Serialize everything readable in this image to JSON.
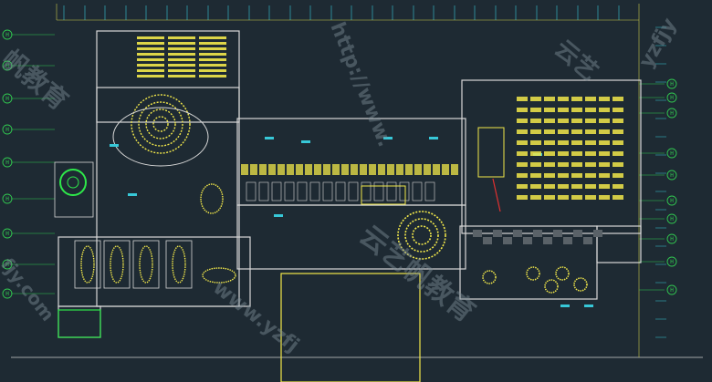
{
  "drawing": {
    "colors": {
      "background": "#1e2a33",
      "wall": "#d8d8d8",
      "furniture": "#f2e84a",
      "dimension": "#37c8d8",
      "grid_bubble": "#31c950",
      "accent": "#e03030",
      "highlight_green": "#2ee84a",
      "watermark": "#7d8e98"
    },
    "grid_bubble_label": "H",
    "watermarks": {
      "url_vertical": "http://www.",
      "url_bottom": "www.yzfj",
      "brand_center": "云艺帆教育",
      "brand_left": "帆教育",
      "brand_right": "云艺",
      "fragment_top_right": "yzfjy",
      "fragment_left_bottom": "fjy.com"
    },
    "rooms": [
      {
        "id": "auditorium-left",
        "type": "lecture-hall"
      },
      {
        "id": "round-meeting-room",
        "type": "circular-conference"
      },
      {
        "id": "spiral-stair-left",
        "type": "stair"
      },
      {
        "id": "meeting-rooms-row",
        "type": "conference"
      },
      {
        "id": "central-lobby",
        "type": "lobby"
      },
      {
        "id": "spiral-stair-center",
        "type": "stair"
      },
      {
        "id": "auditorium-right",
        "type": "lecture-hall"
      },
      {
        "id": "banquet-hall",
        "type": "dining"
      },
      {
        "id": "open-atrium",
        "type": "void"
      }
    ]
  }
}
